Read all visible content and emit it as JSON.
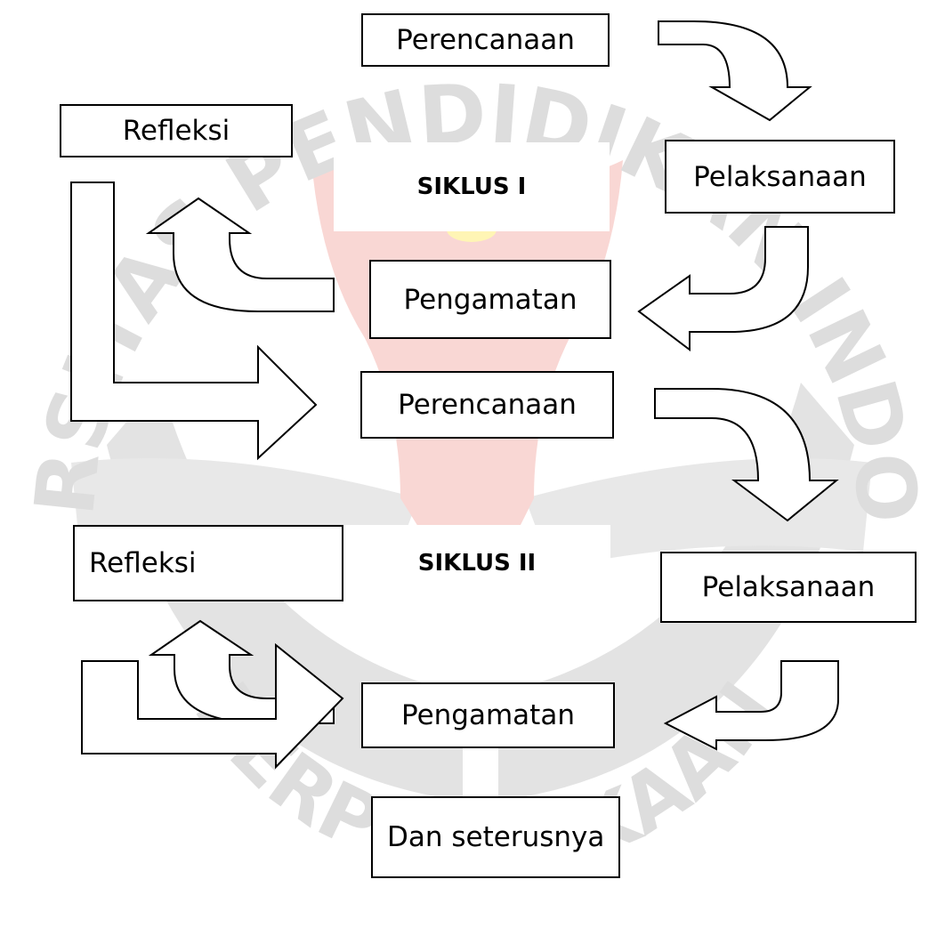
{
  "watermark": {
    "text_top": "UNIVERSITAS PENDIDIKAN INDONESIA",
    "text_bottom": "PERPUSTAKAAN",
    "colors": {
      "gray": "#e3e3e3",
      "red": "#f9d7d4",
      "yellow": "#fff5b5"
    }
  },
  "cycle1": {
    "title": "SIKLUS I",
    "perencanaan": "Perencanaan",
    "pelaksanaan": "Pelaksanaan",
    "pengamatan": "Pengamatan",
    "refleksi": "Refleksi"
  },
  "cycle2": {
    "title": "SIKLUS II",
    "perencanaan": "Perencanaan",
    "pelaksanaan": "Pelaksanaan",
    "pengamatan": "Pengamatan",
    "refleksi": "Refleksi"
  },
  "continuation": "Dan seterusnya"
}
